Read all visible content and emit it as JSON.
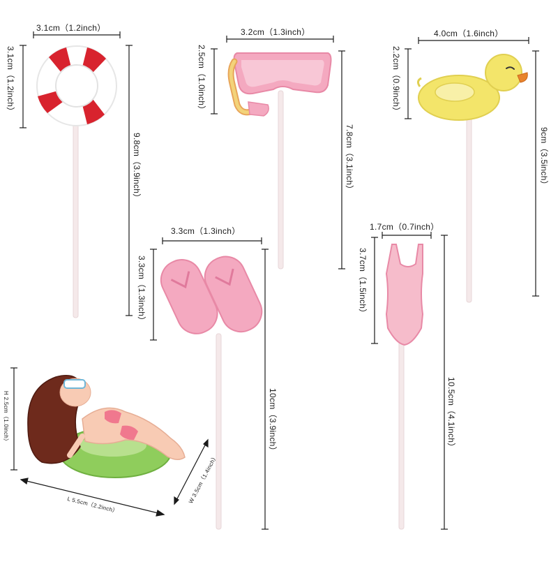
{
  "items": {
    "lifebuoy": {
      "width": "3.1cm（1.2inch）",
      "height": "3.1cm（1.2inch）",
      "total": "9.8cm（3.9inch）"
    },
    "goggles": {
      "width": "3.2cm（1.3inch）",
      "height": "2.5cm（1.0inch）",
      "total": "7.8cm（3.1inch）"
    },
    "duck": {
      "width": "4.0cm（1.6inch）",
      "height": "2.2cm（0.9inch）",
      "total": "9cm（3.5inch）"
    },
    "flipflops": {
      "width": "3.3cm（1.3inch）",
      "height": "3.3cm（1.3inch）",
      "total": "10cm（3.9inch）"
    },
    "swimsuit": {
      "width": "1.7cm（0.7inch）",
      "height": "3.7cm（1.5inch）",
      "total": "10.5cm（4.1inch）"
    },
    "figure": {
      "height": "H 2.5cm（1.0inch）",
      "width": "W 3.5cm（1.4inch）",
      "length": "L 5.5cm（2.2inch）"
    }
  },
  "colors": {
    "pink": "#f4a9c0",
    "pink_dark": "#e889a6",
    "red": "#d8232e",
    "yellow": "#f3e56a",
    "orange": "#e8842c",
    "green": "#8fcd5c",
    "hair": "#6e2a1c",
    "skin": "#f8cbb4",
    "stick": "#f5eaea"
  }
}
